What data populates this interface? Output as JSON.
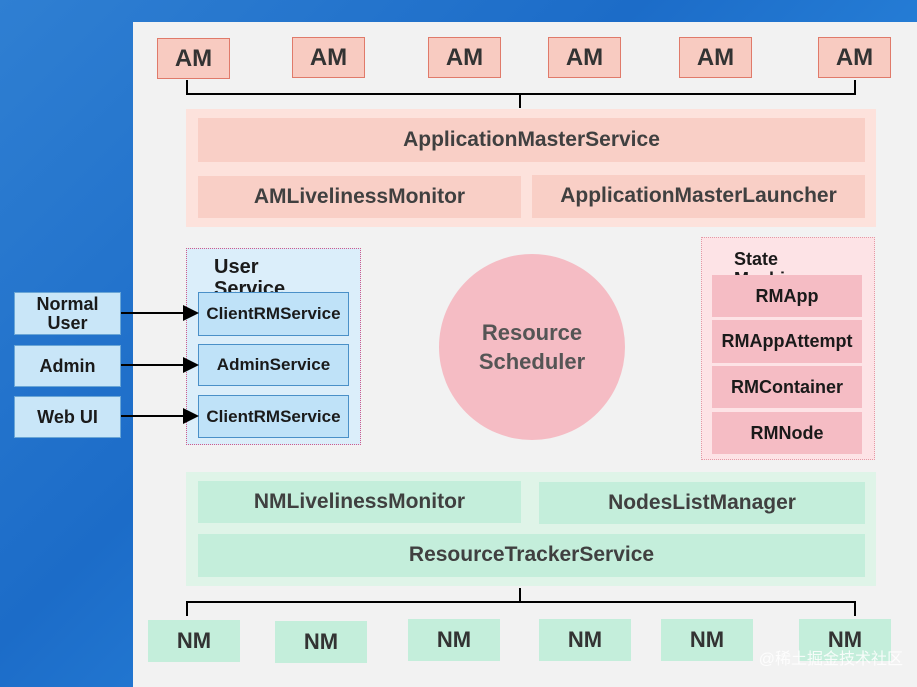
{
  "am_boxes": [
    "AM",
    "AM",
    "AM",
    "AM",
    "AM",
    "AM"
  ],
  "nm_boxes": [
    "NM",
    "NM",
    "NM",
    "NM",
    "NM",
    "NM"
  ],
  "top_services": {
    "application_master_service": "ApplicationMasterService",
    "am_liveliness_monitor": "AMLivelinessMonitor",
    "application_master_launcher": "ApplicationMasterLauncher"
  },
  "bottom_services": {
    "nm_liveliness_monitor": "NMLivelinessMonitor",
    "nodes_list_manager": "NodesListManager",
    "resource_tracker_service": "ResourceTrackerService"
  },
  "user_service": {
    "title": "User Service",
    "items": [
      "ClientRMService",
      "AdminService",
      "ClientRMService"
    ]
  },
  "clients": [
    "Normal User",
    "Admin",
    "Web UI"
  ],
  "resource_scheduler": "Resource Scheduler",
  "state_machine": {
    "title": "State Machine",
    "items": [
      "RMApp",
      "RMAppAttempt",
      "RMContainer",
      "RMNode"
    ]
  },
  "watermark": "@稀土掘金技术社区",
  "colors": {
    "am_fill": "#f8cbc1",
    "nm_fill": "#c4eedb",
    "user_service_fill": "#dbeefa",
    "state_machine_fill": "#fde3e6",
    "scheduler_fill": "#f5bcc4",
    "background": "#1c6cc8"
  }
}
